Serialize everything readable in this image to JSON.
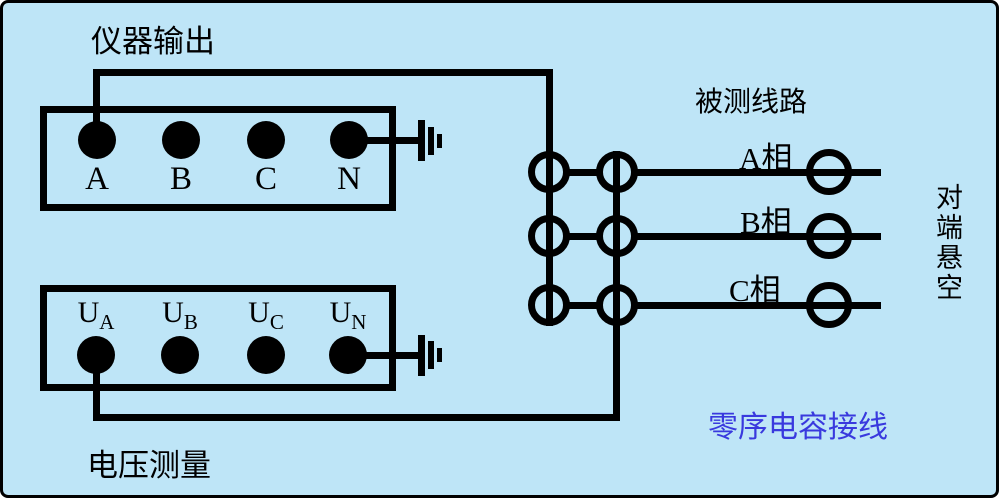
{
  "colors": {
    "background": "#BEE5F7",
    "line": "#000000",
    "title_blue": "#3939DE"
  },
  "title": {
    "text": "零序电容接线"
  },
  "instrument_output": {
    "label": "仪器输出",
    "terminals": [
      "A",
      "B",
      "C",
      "N"
    ]
  },
  "voltage_measurement": {
    "label": "电压测量",
    "terminals": [
      {
        "base": "U",
        "sub": "A"
      },
      {
        "base": "U",
        "sub": "B"
      },
      {
        "base": "U",
        "sub": "C"
      },
      {
        "base": "U",
        "sub": "N"
      }
    ]
  },
  "line_under_test": {
    "label": "被测线路",
    "phases": [
      "A相",
      "B相",
      "C相"
    ],
    "far_end_label": "对端悬空"
  }
}
